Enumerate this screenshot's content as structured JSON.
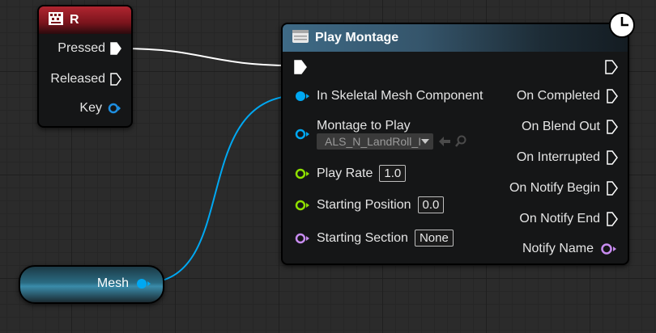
{
  "key_node": {
    "title": "R",
    "pins": {
      "pressed": "Pressed",
      "released": "Released",
      "key": "Key"
    }
  },
  "play_montage": {
    "title": "Play Montage",
    "inputs": {
      "skeletal_mesh": "In Skeletal Mesh Component",
      "montage_to_play": "Montage to Play",
      "montage_value": "ALS_N_LandRoll_I",
      "play_rate": "Play Rate",
      "play_rate_value": "1.0",
      "starting_position": "Starting Position",
      "starting_position_value": "0.0",
      "starting_section": "Starting Section",
      "starting_section_value": "None"
    },
    "outputs": {
      "on_completed": "On Completed",
      "on_blend_out": "On Blend Out",
      "on_interrupted": "On Interrupted",
      "on_notify_begin": "On Notify Begin",
      "on_notify_end": "On Notify End",
      "notify_name": "Notify Name"
    }
  },
  "mesh_node": {
    "label": "Mesh"
  },
  "colors": {
    "key_header": "#8a1a22",
    "object_pin": "#00a8f2",
    "float_pin": "#8fe000",
    "name_pin": "#c88cf0",
    "key_pin": "#1e8ee0",
    "exec_wire": "#ffffff",
    "object_wire": "#00a8f2"
  },
  "icons": [
    "keyboard-icon",
    "montage-icon",
    "clock-icon",
    "arrow-left-icon",
    "search-icon",
    "dropdown-arrow-icon"
  ]
}
